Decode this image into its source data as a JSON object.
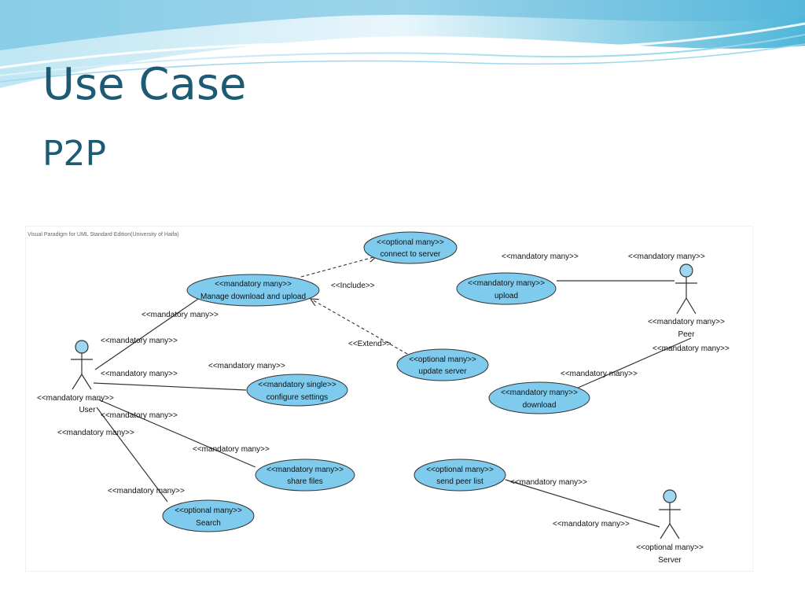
{
  "slide": {
    "title": "Use Case",
    "subtitle": "P2P"
  },
  "diagram": {
    "watermark": "Visual Paradigm for UML Standard Edition(University of Haifa)",
    "actors": [
      {
        "id": "user",
        "label": "User",
        "multiplicity": "<<mandatory many>>"
      },
      {
        "id": "peer",
        "label": "Peer",
        "multiplicity": "<<mandatory many>>"
      },
      {
        "id": "server",
        "label": "Server",
        "multiplicity": "<<optional many>>"
      }
    ],
    "use_cases": [
      {
        "id": "connect",
        "stereotype": "<<optional many>>",
        "label": "connect to server"
      },
      {
        "id": "manage",
        "stereotype": "<<mandatory many>>",
        "label": "Manage download and upload"
      },
      {
        "id": "upload",
        "stereotype": "<<mandatory many>>",
        "label": "upload"
      },
      {
        "id": "update",
        "stereotype": "<<optional many>>",
        "label": "update server"
      },
      {
        "id": "configure",
        "stereotype": "<<mandatory single>>",
        "label": "configure settings"
      },
      {
        "id": "download",
        "stereotype": "<<mandatory many>>",
        "label": "download"
      },
      {
        "id": "share",
        "stereotype": "<<mandatory many>>",
        "label": "share files"
      },
      {
        "id": "sendpeer",
        "stereotype": "<<optional many>>",
        "label": "send peer list"
      },
      {
        "id": "search",
        "stereotype": "<<optional many>>",
        "label": "Search"
      }
    ],
    "relationships": {
      "include": "<<Include>>",
      "extend": "<<Extend>>"
    },
    "association_labels": [
      "<<mandatory many>>",
      "<<mandatory many>>",
      "<<mandatory many>>",
      "<<mandatory many>>",
      "<<mandatory many>>",
      "<<mandatory many>>",
      "<<mandatory many>>",
      "<<mandatory many>>",
      "<<mandatory many>>",
      "<<mandatory many>>",
      "<<mandatory many>>",
      "<<mandatory many>>",
      "<<mandatory many>>",
      "<<mandatory many>>"
    ],
    "colors": {
      "use_case_fill": "#7ecbee",
      "actor_head_fill": "#9fd6f2",
      "title": "#1d5a73"
    }
  }
}
